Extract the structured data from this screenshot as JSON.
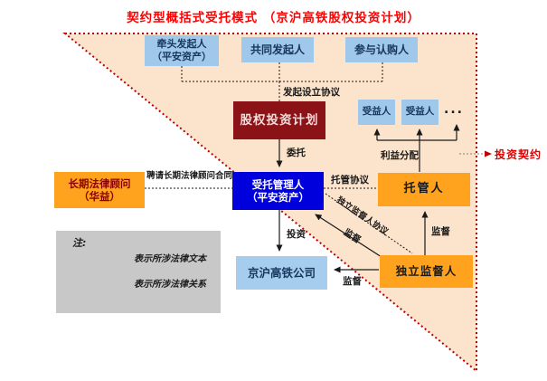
{
  "title": {
    "text": "契约型概括式受托模式 （京沪高铁股权投资计划）"
  },
  "colors": {
    "title_red": "#FF0000",
    "triangle_fill": "#FBE3CC",
    "triangle_border": "#C00000",
    "light_blue_box": "#A0C8EA",
    "dark_red_box": "#8B1216",
    "blue_box": "#0000DC",
    "orange_box": "#FFA21E",
    "navy_text": "#17375E",
    "maroon_text": "#8B0000",
    "legend_gray": "#C8C8C8",
    "label_red": "#E00000"
  },
  "nodes": {
    "lead_sponsor": {
      "line1": "牵头发起人",
      "line2": "（平安资产）"
    },
    "co_sponsor": {
      "label": "共同发起人"
    },
    "subscriber": {
      "label": "参与认购人"
    },
    "plan": {
      "label": "股权投资计划"
    },
    "trustee": {
      "line1": "受托管理人",
      "line2": "（平安资产）"
    },
    "legal_advisor": {
      "line1": "长期法律顾问",
      "line2": "（华益）"
    },
    "custodian": {
      "label": "托管人"
    },
    "beneficiary_1": {
      "label": "受益人"
    },
    "beneficiary_2": {
      "label": "受益人"
    },
    "beneficiary_more": {
      "label": "..."
    },
    "company": {
      "label": "京沪高铁公司"
    },
    "supervisor": {
      "label": "独立监督人"
    }
  },
  "edges": {
    "sponsor_agreement": "发起设立协议",
    "entrust": "委托",
    "advisor_contract": "聘请长期法律顾问合同",
    "custody_agreement": "托管协议",
    "profit_distribution": "利益分配",
    "investment_contract": "投资契约",
    "supervisor_agreement": "独立监督人协议",
    "supervise_trustee": "监督",
    "supervise_custodian": "监督",
    "supervise_company": "监督",
    "invest": "投资"
  },
  "legend": {
    "note": "注:",
    "dashed_line_meaning": "表示所涉法律文本",
    "solid_arrow_meaning": "表示所涉法律关系"
  }
}
